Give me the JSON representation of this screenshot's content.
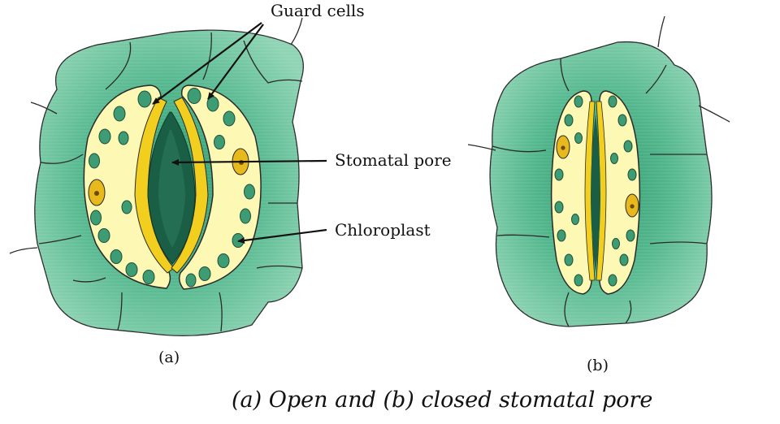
{
  "labels": {
    "guard_cells": "Guard cells",
    "stomatal_pore": "Stomatal pore",
    "chloroplast": "Chloroplast"
  },
  "panels": {
    "a": "(a)",
    "b": "(b)"
  },
  "caption": "(a) Open and (b) closed stomatal pore",
  "colors": {
    "epidermis": "#67c49c",
    "epidermis_dark": "#2f9a6e",
    "guard_cell": "#fdf8b4",
    "pore_wall": "#f2cf1f",
    "pore": "#1b5e46",
    "chloroplast": "#3d9c73",
    "nucleus": "#e7b91c"
  }
}
